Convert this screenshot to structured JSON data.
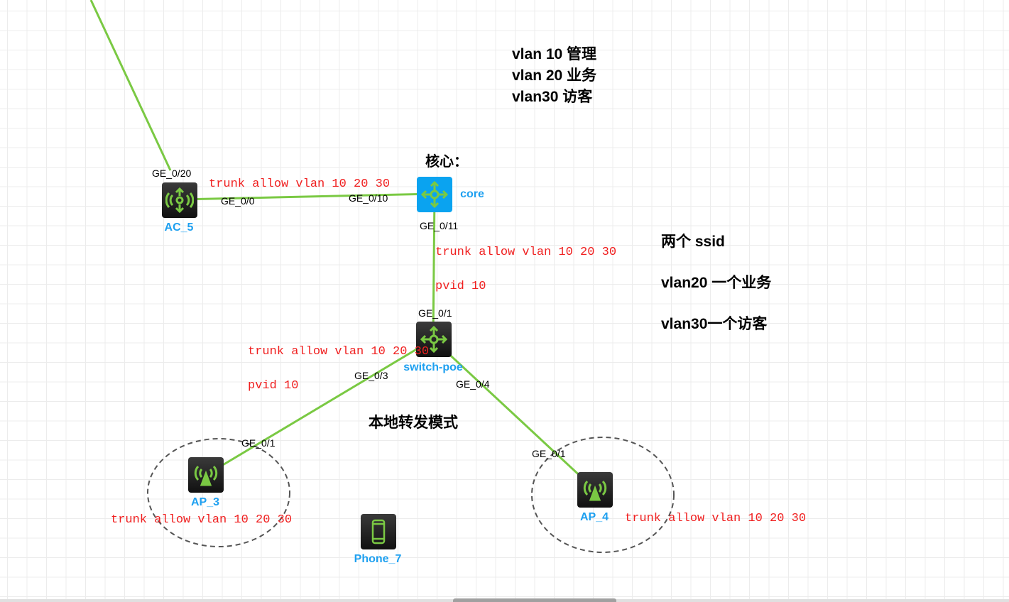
{
  "devices": {
    "ac": "AC_5",
    "core": "core",
    "switch": "switch-poe",
    "ap3": "AP_3",
    "ap4": "AP_4",
    "phone": "Phone_7"
  },
  "ports": {
    "ac_up": "GE_0/20",
    "ac_core": "GE_0/0",
    "core_ac": "GE_0/10",
    "core_sw": "GE_0/11",
    "sw_core": "GE_0/1",
    "sw_ap3": "GE_0/3",
    "sw_ap4": "GE_0/4",
    "ap3_sw": "GE_0/1",
    "ap4_sw": "GE_0/1"
  },
  "config": {
    "ac_core": "trunk allow vlan 10 20 30",
    "core_sw": "trunk allow vlan 10 20 30",
    "core_sw_pvid": "pvid 10",
    "sw_ap": "trunk allow vlan 10 20 30",
    "sw_ap_pvid": "pvid 10",
    "ap3": "trunk allow vlan 10 20 30",
    "ap4": "trunk allow vlan 10 20 30"
  },
  "notes": {
    "vlan10": "vlan 10  管理",
    "vlan20": "vlan 20  业务",
    "vlan30": "vlan30   访客",
    "core_title": "核心：",
    "ssid_title": "两个 ssid",
    "ssid1": "vlan20 一个业务",
    "ssid2": "vlan30一个访客",
    "mode": "本地转发模式"
  },
  "colors": {
    "link": "#7ac943",
    "label": "#1ea0f0",
    "config": "#f02020"
  }
}
